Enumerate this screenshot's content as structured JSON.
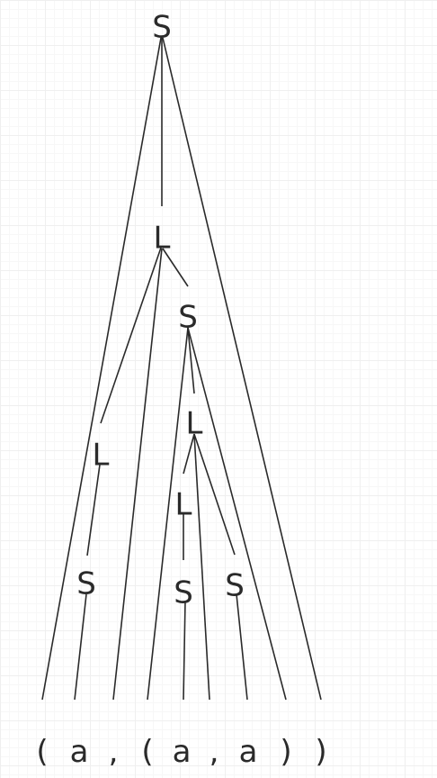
{
  "tree": {
    "nodes": [
      {
        "id": "root",
        "label": "S"
      },
      {
        "id": "L1",
        "label": "L"
      },
      {
        "id": "S2",
        "label": "S"
      },
      {
        "id": "L3",
        "label": "L"
      },
      {
        "id": "S4",
        "label": "S"
      },
      {
        "id": "L5",
        "label": "L"
      },
      {
        "id": "L6",
        "label": "L"
      },
      {
        "id": "S7",
        "label": "S"
      },
      {
        "id": "S8",
        "label": "S"
      }
    ],
    "leaves": [
      "(",
      "a",
      ",",
      "(",
      "a",
      ",",
      "a",
      ")",
      ")"
    ]
  },
  "colors": {
    "line": "#2a2a2a",
    "grid": "#efefef",
    "background": "#ffffff"
  }
}
